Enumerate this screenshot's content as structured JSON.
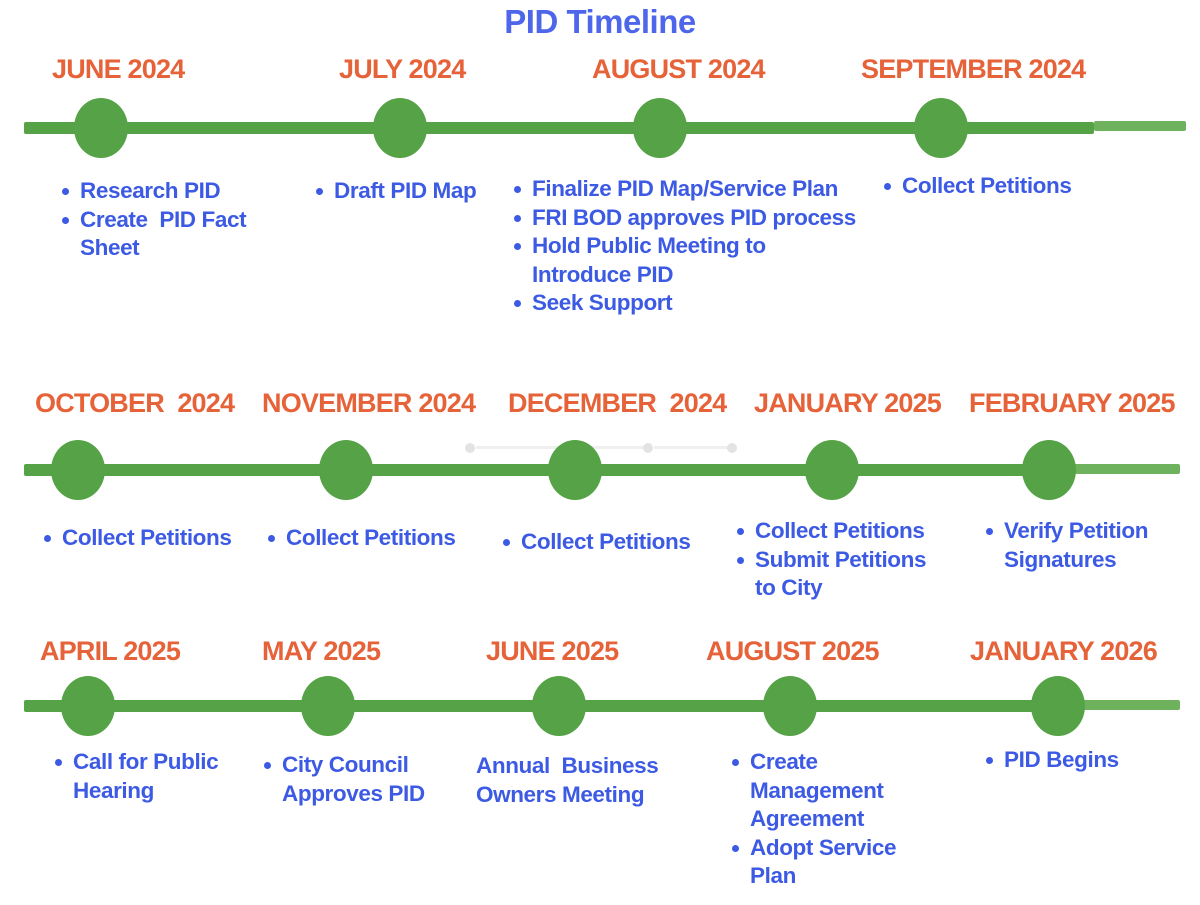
{
  "title": "PID Timeline",
  "colors": {
    "timeline_green": "#55A346",
    "timeline_green_light": "#6FB25D",
    "month_orange": "#E6633A",
    "item_blue": "#3C5AE3",
    "title_blue": "#4E66EA",
    "ghost_gray": "#E3E3E3"
  },
  "rows": [
    {
      "milestones": [
        {
          "month": "JUNE 2024",
          "items": [
            "Research PID",
            "Create  PID Fact\nSheet"
          ]
        },
        {
          "month": "JULY 2024",
          "items": [
            "Draft PID Map"
          ]
        },
        {
          "month": "AUGUST 2024",
          "items": [
            "Finalize PID Map/Service Plan",
            "FRI BOD approves PID process",
            "Hold Public Meeting to\nIntroduce PID",
            "Seek Support"
          ]
        },
        {
          "month": "SEPTEMBER 2024",
          "items": [
            "Collect Petitions"
          ]
        }
      ]
    },
    {
      "milestones": [
        {
          "month": "OCTOBER  2024",
          "items": [
            "Collect Petitions"
          ]
        },
        {
          "month": "NOVEMBER 2024",
          "items": [
            "Collect Petitions"
          ]
        },
        {
          "month": "DECEMBER  2024",
          "items": [
            "Collect Petitions"
          ]
        },
        {
          "month": "JANUARY 2025",
          "items": [
            "Collect Petitions",
            "Submit Petitions\nto City"
          ]
        },
        {
          "month": "FEBRUARY 2025",
          "items": [
            "Verify Petition\nSignatures"
          ]
        }
      ]
    },
    {
      "milestones": [
        {
          "month": "APRIL 2025",
          "items": [
            "Call for Public\nHearing"
          ]
        },
        {
          "month": "MAY 2025",
          "items": [
            "City Council\nApproves PID"
          ]
        },
        {
          "month": "JUNE 2025",
          "items": [
            "Annual  Business\nOwners Meeting"
          ]
        },
        {
          "month": "AUGUST 2025",
          "items": [
            "Create\nManagement\nAgreement",
            "Adopt Service\nPlan"
          ]
        },
        {
          "month": "JANUARY 2026",
          "items": [
            "PID Begins"
          ]
        }
      ]
    }
  ]
}
